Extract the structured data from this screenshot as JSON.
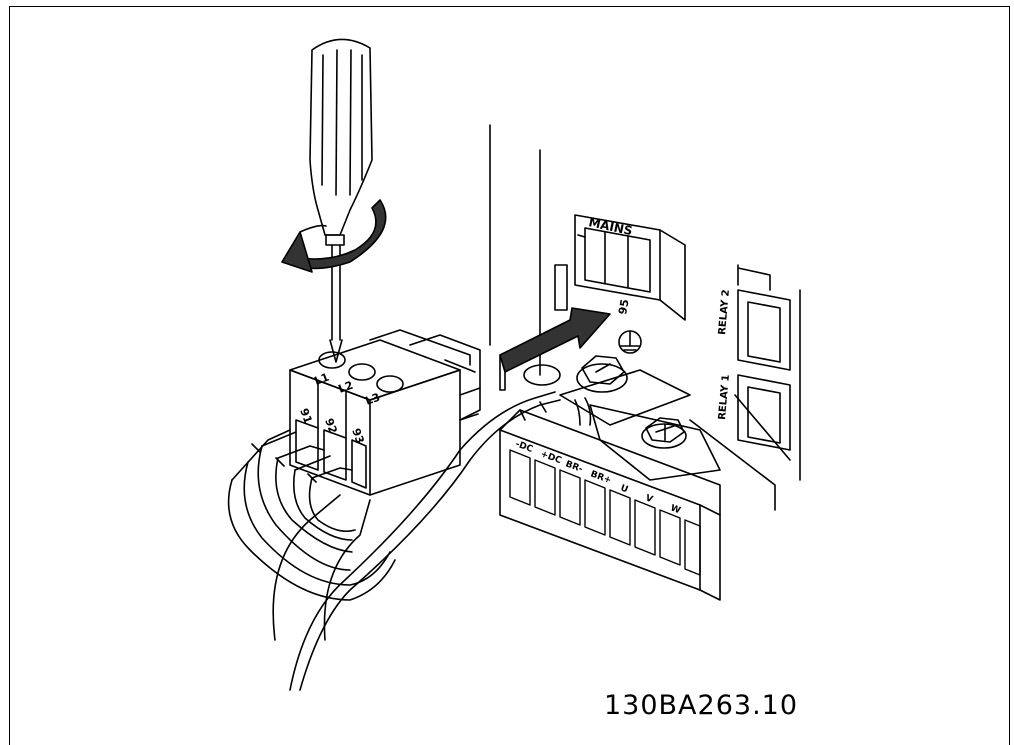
{
  "figure": {
    "code": "130BA263.10"
  },
  "labels": {
    "plug_top": [
      "L1",
      "L2",
      "L3"
    ],
    "plug_front": [
      "91",
      "92",
      "93"
    ],
    "mains": "MAINS",
    "relay1": "RELAY 1",
    "relay2": "RELAY 2",
    "ground_number": "95",
    "lower_terminals": [
      "-DC",
      "+DC",
      "BR-",
      "BR+",
      "U",
      "V",
      "W"
    ]
  },
  "colors": {
    "line": "#000000",
    "background": "#ffffff",
    "arrow_fill": "#333333"
  }
}
